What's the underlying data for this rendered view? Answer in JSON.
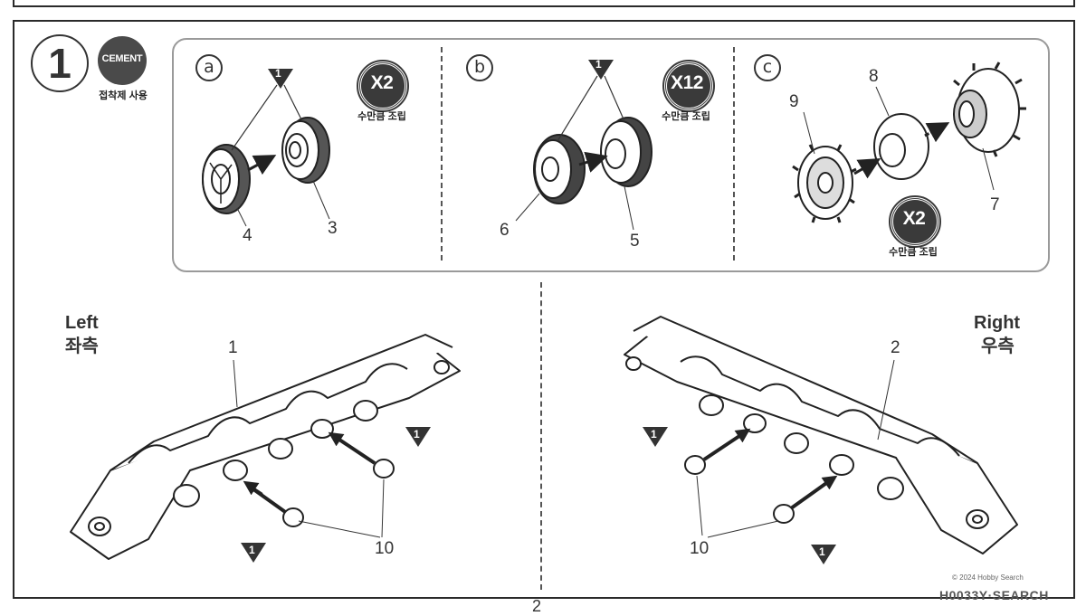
{
  "step": {
    "number": "1",
    "cement_label": "CEMENT",
    "cement_caption": "접착제 사용"
  },
  "subassemblies": [
    {
      "letter": "a",
      "multiplier": "X2",
      "multiplier_caption": "수만큼 조립",
      "marker": "1",
      "parts": [
        "4",
        "3"
      ]
    },
    {
      "letter": "b",
      "multiplier": "X12",
      "multiplier_caption": "수만큼 조립",
      "marker": "1",
      "parts": [
        "6",
        "5"
      ]
    },
    {
      "letter": "c",
      "multiplier": "X2",
      "multiplier_caption": "수만큼 조립",
      "parts": [
        "9",
        "8",
        "7"
      ]
    }
  ],
  "left_side": {
    "label_en": "Left",
    "label_ko": "좌측",
    "part": "1",
    "marker": "1",
    "bolt_part": "10"
  },
  "right_side": {
    "label_en": "Right",
    "label_ko": "우측",
    "part": "2",
    "marker": "1",
    "bolt_part": "10"
  },
  "page_number": "2",
  "watermark": "H0033Y·SEARCH",
  "watermark_copyright": "© 2024 Hobby Search"
}
